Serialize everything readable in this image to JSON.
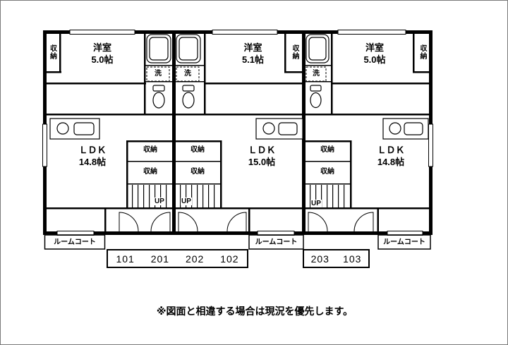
{
  "frame": {
    "caption": "※図面と相違する場合は現況を優先します。"
  },
  "units": {
    "left": {
      "closet_top": "収納",
      "bedroom_name": "洋室",
      "bedroom_size": "5.0帖",
      "laundry": "洗",
      "ldk_name": "ＬＤＫ",
      "ldk_size": "14.8帖",
      "stair_closet_upper": "収納",
      "stair_closet_lower": "収納",
      "stairs_up_label": "UP",
      "court_label": "ルームコート"
    },
    "middle": {
      "closet_top": "収納",
      "bedroom_name": "洋室",
      "bedroom_size": "5.1帖",
      "laundry": "洗",
      "ldk_name": "ＬＤＫ",
      "ldk_size": "15.0帖",
      "stair_closet_upper": "収納",
      "stair_closet_lower": "収納",
      "stairs_up_label": "UP",
      "court_label": "ルームコート"
    },
    "right": {
      "closet_top": "収納",
      "bedroom_name": "洋室",
      "bedroom_size": "5.0帖",
      "laundry": "洗",
      "ldk_name": "ＬＤＫ",
      "ldk_size": "14.8帖",
      "stair_closet_upper": "収納",
      "stair_closet_lower": "収納",
      "stairs_up_label": "UP",
      "court_label": "ルームコート"
    }
  },
  "unit_numbers": {
    "left_block": [
      "101",
      "201",
      "202",
      "102"
    ],
    "right_block": [
      "203",
      "103"
    ]
  }
}
